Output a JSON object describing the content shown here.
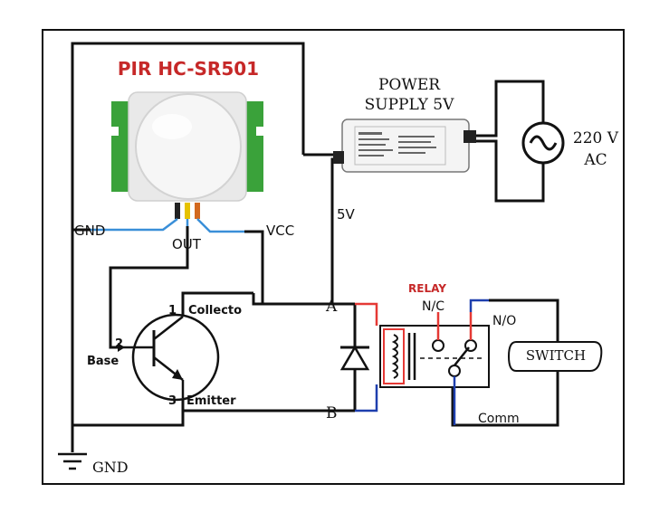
{
  "pir": {
    "title": "PIR HC-SR501",
    "gnd_pin": "GND",
    "out_pin": "OUT",
    "vcc_pin": "VCC",
    "title_color": "#c62828",
    "board_color": "#3aa23a"
  },
  "power_supply": {
    "line1": "POWER",
    "line2": "SUPPLY 5V",
    "output_label": "5V"
  },
  "ac_source": {
    "line1": "220 V",
    "line2": "AC"
  },
  "transistor": {
    "pin1_number": "1",
    "pin1_label": "Collecto",
    "pin2_number": "2",
    "pin2_label": "Base",
    "pin3_number": "3",
    "pin3_label": "Emitter"
  },
  "relay": {
    "title": "RELAY",
    "nc_label": "N/C",
    "no_label": "N/O",
    "comm_label": "Comm",
    "title_color": "#c62828"
  },
  "nodes": {
    "a": "A",
    "b": "B"
  },
  "switch_label": "SWITCH",
  "ground_label": "GND",
  "wire_colors": {
    "main": "#111111",
    "signal": "#3a8fd8",
    "relay_red": "#e53935",
    "relay_blue": "#1e3fae"
  }
}
